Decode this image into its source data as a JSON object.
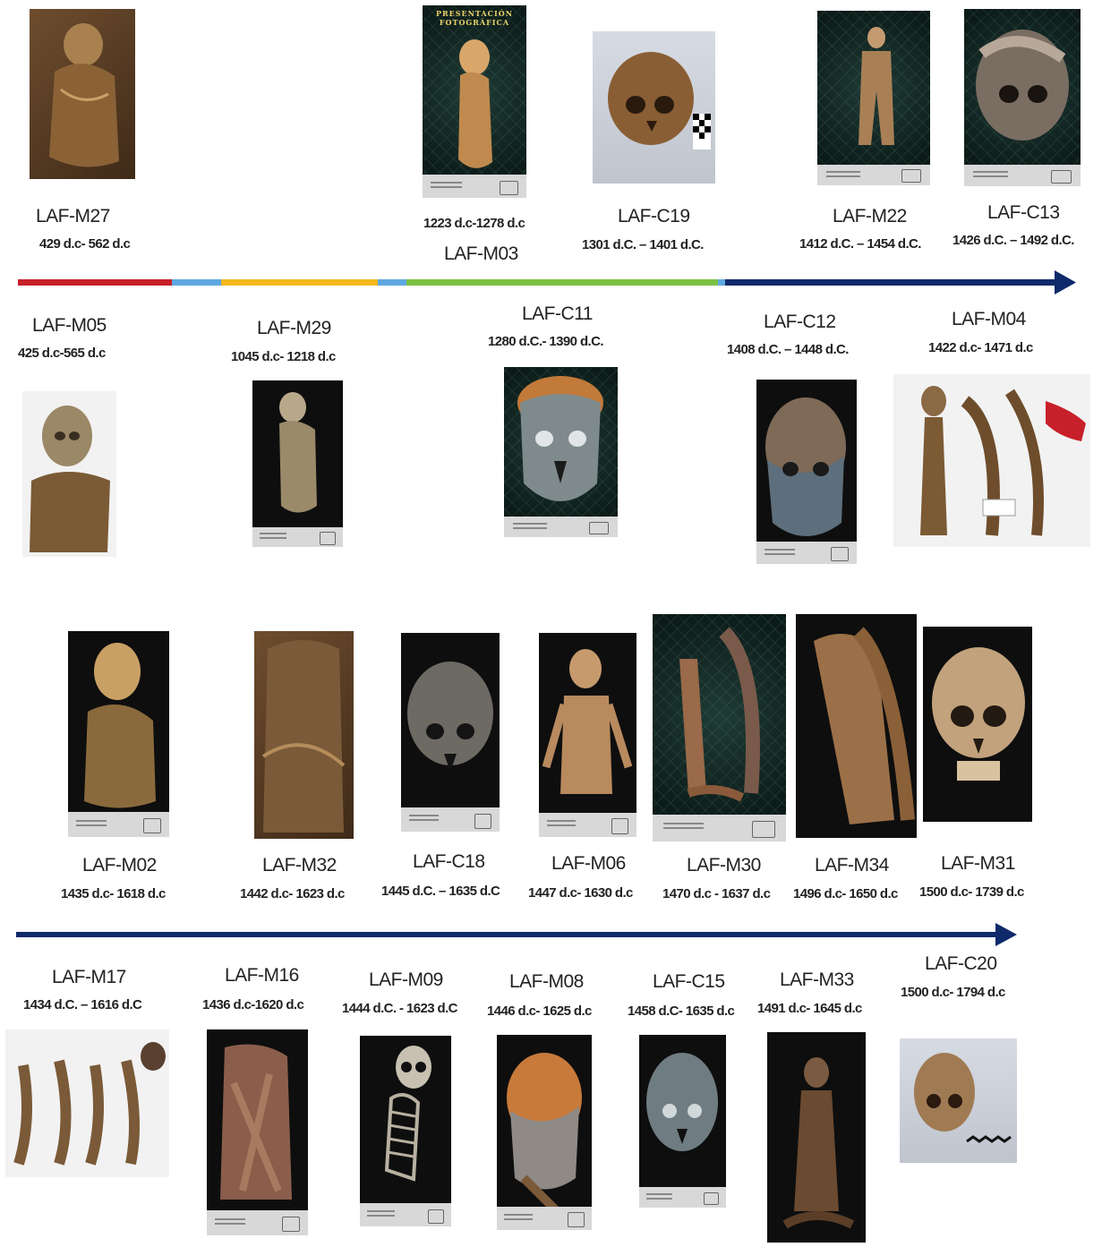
{
  "timeline_top": {
    "upper_specimens": [
      {
        "id": "LAF-M27",
        "date": "429 d.c- 562 d.c",
        "icon": "mummy-photo"
      },
      {
        "id": "LAF-M03",
        "date": "1223 d.c-1278 d.c",
        "icon": "mummy-photo",
        "poster_text": "PRESENTACIÓN FOTOGRÁFICA"
      },
      {
        "id": "LAF-C19",
        "date": "1301 d.C. – 1401 d.C.",
        "icon": "skull-photo"
      },
      {
        "id": "LAF-M22",
        "date": "1412 d.C. – 1454 d.C.",
        "icon": "mummy-photo"
      },
      {
        "id": "LAF-C13",
        "date": "1426 d.C. – 1492 d.C.",
        "icon": "skull-photo"
      }
    ],
    "lower_specimens": [
      {
        "id": "LAF-M05",
        "date": "425 d.c-565 d.c",
        "icon": "mummy-photo"
      },
      {
        "id": "LAF-M29",
        "date": "1045 d.c- 1218 d.c",
        "icon": "mummy-photo"
      },
      {
        "id": "LAF-C11",
        "date": "1280 d.C.- 1390 d.C.",
        "icon": "skull-photo"
      },
      {
        "id": "LAF-C12",
        "date": "1408 d.C. – 1448 d.C.",
        "icon": "skull-photo"
      },
      {
        "id": "LAF-M04",
        "date": "1422 d.c- 1471 d.c",
        "icon": "mummy-photo"
      }
    ],
    "segment_colors": [
      "#c8202a",
      "#5fa8e0",
      "#f2b81e",
      "#5fa8e0",
      "#7ac143",
      "#5fa8e0",
      "#0f2a6b"
    ]
  },
  "timeline_bottom": {
    "upper_specimens": [
      {
        "id": "LAF-M02",
        "date": "1435 d.c- 1618 d.c",
        "icon": "mummy-photo"
      },
      {
        "id": "LAF-M32",
        "date": "1442 d.c- 1623 d.c",
        "icon": "bundle-photo"
      },
      {
        "id": "LAF-C18",
        "date": "1445 d.C. – 1635 d.C",
        "icon": "skull-photo"
      },
      {
        "id": "LAF-M06",
        "date": "1447 d.c- 1630 d.c",
        "icon": "mummy-photo"
      },
      {
        "id": "LAF-M30",
        "date": "1470 d.c - 1637 d.c",
        "icon": "mummy-photo"
      },
      {
        "id": "LAF-M34",
        "date": "1496 d.c- 1650 d.c",
        "icon": "mummy-photo"
      },
      {
        "id": "LAF-M31",
        "date": "1500 d.c- 1739 d.c",
        "icon": "skull-photo"
      }
    ],
    "lower_specimens": [
      {
        "id": "LAF-M17",
        "date": "1434 d.C. – 1616 d.C",
        "icon": "bones-photo"
      },
      {
        "id": "LAF-M16",
        "date": "1436 d.c-1620 d.c",
        "icon": "mummy-photo"
      },
      {
        "id": "LAF-M09",
        "date": "1444 d.C. - 1623 d.C",
        "icon": "skeleton-photo"
      },
      {
        "id": "LAF-M08",
        "date": "1446 d.c- 1625 d.c",
        "icon": "skull-photo"
      },
      {
        "id": "LAF-C15",
        "date": "1458 d.C- 1635 d.c",
        "icon": "skull-photo"
      },
      {
        "id": "LAF-M33",
        "date": "1491 d.c- 1645 d.c",
        "icon": "mummy-photo"
      },
      {
        "id": "LAF-C20",
        "date": "1500 d.c- 1794 d.c",
        "icon": "skull-photo"
      }
    ],
    "arrow_color": "#0f2a6b"
  }
}
